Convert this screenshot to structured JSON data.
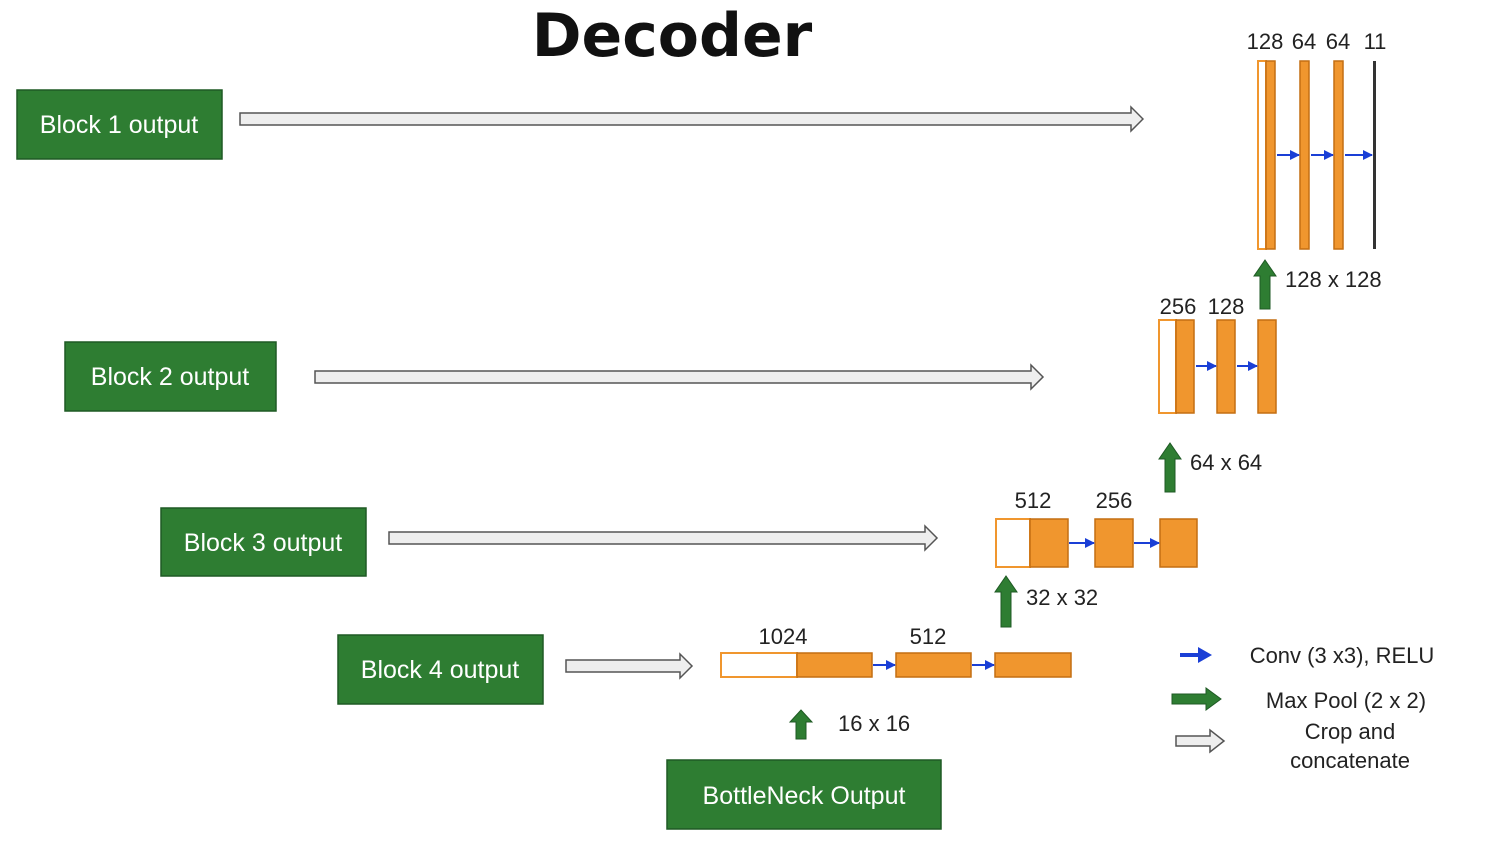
{
  "title": "Decoder",
  "blocks": {
    "block1": "Block 1 output",
    "block2": "Block 2 output",
    "block3": "Block 3 output",
    "block4": "Block 4 output",
    "bottleneck": "BottleNeck Output"
  },
  "channels": {
    "level1": [
      "128",
      "64",
      "64",
      "11"
    ],
    "level2": [
      "256",
      "128"
    ],
    "level3": [
      "512",
      "256"
    ],
    "level4": [
      "1024",
      "512"
    ]
  },
  "sizes": {
    "s128": "128 x 128",
    "s64": "64 x 64",
    "s32": "32 x 32",
    "s16": "16 x 16"
  },
  "legend": {
    "conv": "Conv (3 x3), RELU",
    "maxpool": "Max Pool (2 x 2)",
    "crop_line1": "Crop and",
    "crop_line2": "concatenate"
  },
  "colors": {
    "block_green": "#2e7d32",
    "feature_orange": "#f0962e",
    "conv_blue": "#1a3fd6",
    "pool_green": "#2e7d32",
    "arrow_gray": "#eeeeee"
  }
}
